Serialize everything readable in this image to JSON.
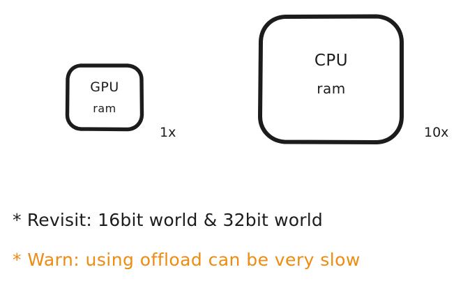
{
  "diagram": {
    "background_color": "#ffffff",
    "stroke_color": "#1c1c1c",
    "boxes": [
      {
        "id": "gpu",
        "title": "GPU",
        "subtitle": "ram",
        "multiplier": "1x"
      },
      {
        "id": "cpu",
        "title": "CPU",
        "subtitle": "ram",
        "multiplier": "10x"
      }
    ],
    "notes": [
      {
        "id": "revisit",
        "text": "* Revisit: 16bit world & 32bit world",
        "color": "#1c1c1c"
      },
      {
        "id": "warn",
        "text": "* Warn: using offload can be very slow",
        "color": "#ee8b10"
      }
    ]
  }
}
